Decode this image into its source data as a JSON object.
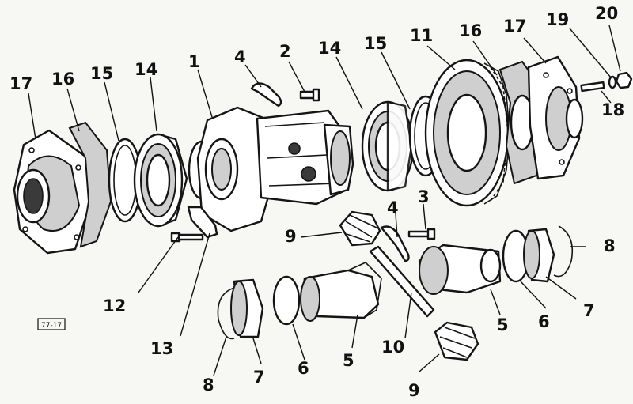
{
  "figure_ref": "77-17",
  "callouts": {
    "c1": "1",
    "c2": "2",
    "c3": "3",
    "c4a": "4",
    "c4b": "4",
    "c5a": "5",
    "c5b": "5",
    "c6a": "6",
    "c6b": "6",
    "c7a": "7",
    "c7b": "7",
    "c8a": "8",
    "c8b": "8",
    "c9a": "9",
    "c9b": "9",
    "c10": "10",
    "c11": "11",
    "c12": "12",
    "c13": "13",
    "c14a": "14",
    "c14b": "14",
    "c15a": "15",
    "c15b": "15",
    "c16a": "16",
    "c16b": "16",
    "c17a": "17",
    "c17b": "17",
    "c18": "18",
    "c19": "19",
    "c20": "20"
  }
}
